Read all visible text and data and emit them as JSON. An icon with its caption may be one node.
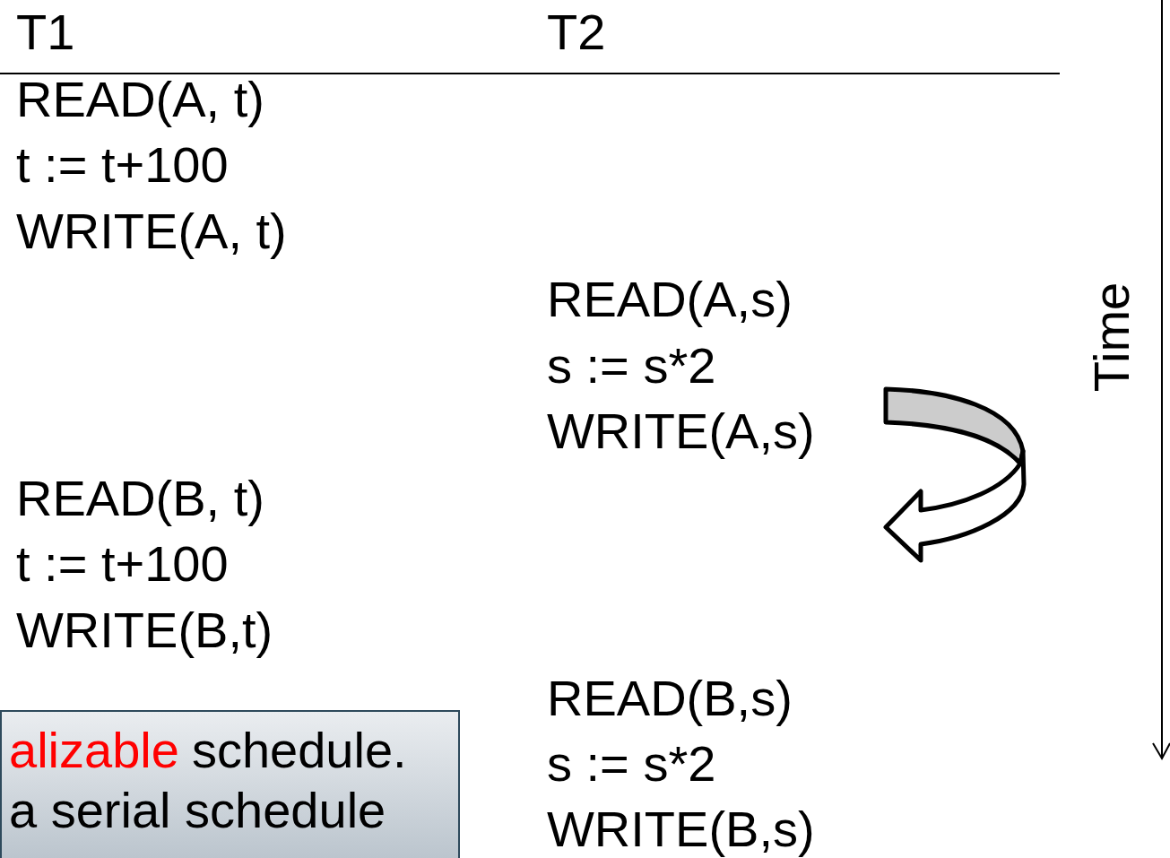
{
  "diagram": {
    "nodes": [
      {
        "text": [
          "alizable",
          "schedule.",
          "a serial schedule"
        ]
      }
    ],
    "labels": [
      "T1",
      "T2",
      "READ(A, t)",
      "t := t+100",
      "WRITE(A, t)",
      "READ(A,s)",
      "s := s*2",
      "WRITE(A,s)",
      "READ(B, t)",
      "t := t+100",
      "WRITE(B,t)",
      "READ(B,s)",
      "s := s*2",
      "WRITE(B,s)",
      "Time"
    ]
  }
}
